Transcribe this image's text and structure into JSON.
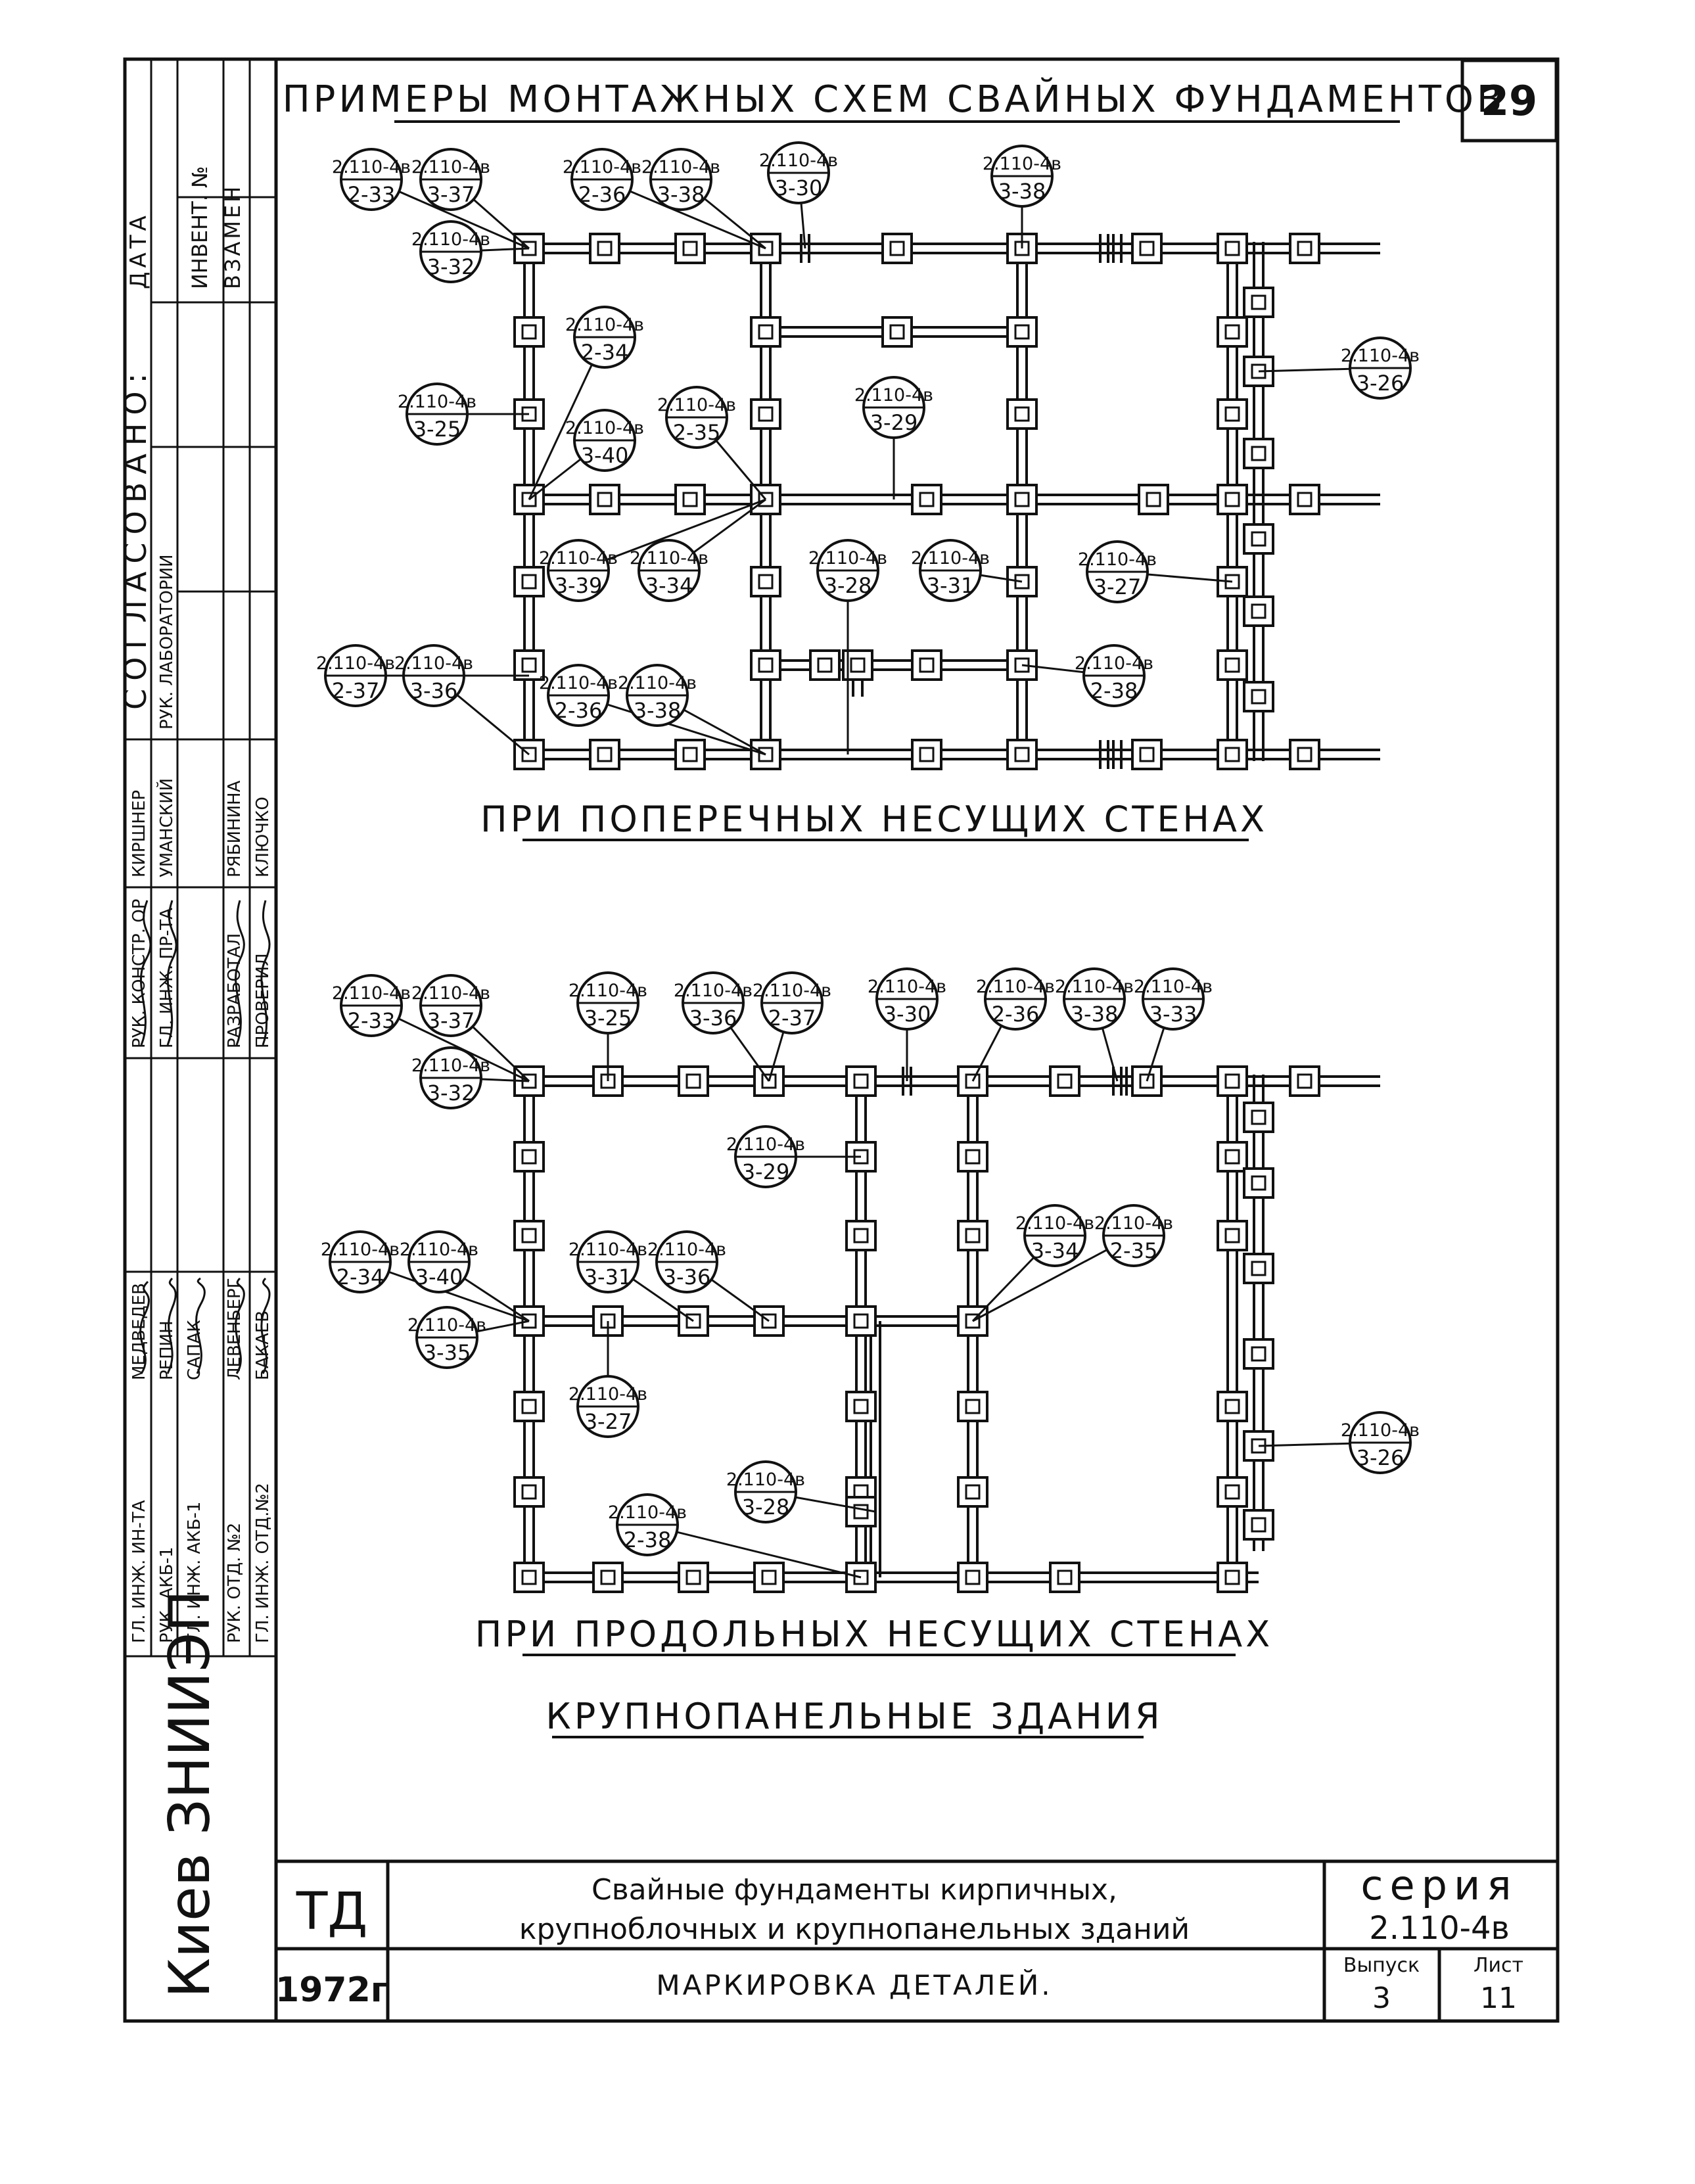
{
  "sheet_number": "29",
  "main_title": "ПРИМЕРЫ МОНТАЖНЫХ СХЕМ СВАЙНЫХ ФУНДАМЕНТОВ",
  "caption_top": "ПРИ ПОПЕРЕЧНЫХ НЕСУЩИХ СТЕНАХ",
  "caption_bottom": "ПРИ ПРОДОЛЬНЫХ НЕСУЩИХ СТЕНАХ",
  "caption_building": "КРУПНОПАНЕЛЬНЫЕ ЗДАНИЯ",
  "side_stamp": {
    "org": "Киев ЗНИИЭП",
    "col1": [
      "ГЛ. ИНЖ. ИН-ТА",
      "РУК. АКБ-1",
      "ГЛ. ИНЖ. АКБ-1",
      "РУК. ОТД. №2",
      "ГЛ. ИНЖ. ОТД.№2"
    ],
    "col2": [
      "МЕДВЕДЕВ",
      "РЕПИН",
      "САПАК",
      "ЛЕВЕНБЕРГ",
      "БАКАЕВ"
    ],
    "col3": [
      "РУК. КОНСТР. ОР",
      "ГЛ. ИНЖ. ПР-ТА",
      "РАЗРАБОТАЛ",
      "ПРОВЕРИЛ"
    ],
    "col4": [
      "КИРШНЕР",
      "УМАНСКИЙ",
      "РЯБИНИНА",
      "КЛЮЧКО"
    ],
    "lab": "РУК. ЛАБОРАТОРИИ",
    "agreed": "СОГЛАСОВАНО:",
    "date": "ДАТА",
    "inv": "ИНВЕНТ. №",
    "replace": "ВЗАМЕН"
  },
  "title_block": {
    "td": "ТД",
    "year": "1972г",
    "line1": "Свайные фундаменты кирпичных,",
    "line2": "крупноблочных и крупнопанельных зданий",
    "subject": "МАРКИРОВКА ДЕТАЛЕЙ.",
    "series_label": "серия",
    "series": "2.110-4в",
    "issue_label": "Выпуск",
    "issue": "3",
    "sheet_label": "Лист",
    "sheet": "11"
  },
  "bubbles_top": [
    {
      "s": "2.110-4в",
      "n": "2-33"
    },
    {
      "s": "2.110-4в",
      "n": "3-37"
    },
    {
      "s": "2.110-4в",
      "n": "3-32"
    },
    {
      "s": "2.110-4в",
      "n": "2-36"
    },
    {
      "s": "2.110-4в",
      "n": "3-38"
    },
    {
      "s": "2.110-4в",
      "n": "3-30"
    },
    {
      "s": "2.110-4в",
      "n": "3-38"
    },
    {
      "s": "2.110-4в",
      "n": "2-34"
    },
    {
      "s": "2.110-4в",
      "n": "3-25"
    },
    {
      "s": "2.110-4в",
      "n": "3-40"
    },
    {
      "s": "2.110-4в",
      "n": "2-35"
    },
    {
      "s": "2.110-4в",
      "n": "3-29"
    },
    {
      "s": "2.110-4в",
      "n": "3-26"
    },
    {
      "s": "2.110-4в",
      "n": "3-39"
    },
    {
      "s": "2.110-4в",
      "n": "3-34"
    },
    {
      "s": "2.110-4в",
      "n": "3-28"
    },
    {
      "s": "2.110-4в",
      "n": "3-31"
    },
    {
      "s": "2.110-4в",
      "n": "3-27"
    },
    {
      "s": "2.110-4в",
      "n": "2-37"
    },
    {
      "s": "2.110-4в",
      "n": "3-36"
    },
    {
      "s": "2.110-4в",
      "n": "2-36"
    },
    {
      "s": "2.110-4в",
      "n": "3-38"
    },
    {
      "s": "2.110-4в",
      "n": "2-38"
    }
  ],
  "bubbles_bottom": [
    {
      "s": "2.110-4в",
      "n": "2-33"
    },
    {
      "s": "2.110-4в",
      "n": "3-37"
    },
    {
      "s": "2.110-4в",
      "n": "3-32"
    },
    {
      "s": "2.110-4в",
      "n": "3-25"
    },
    {
      "s": "2.110-4в",
      "n": "3-36"
    },
    {
      "s": "2.110-4в",
      "n": "2-37"
    },
    {
      "s": "2.110-4в",
      "n": "3-30"
    },
    {
      "s": "2.110-4в",
      "n": "2-36"
    },
    {
      "s": "2.110-4в",
      "n": "3-38"
    },
    {
      "s": "2.110-4в",
      "n": "3-33"
    },
    {
      "s": "2.110-4в",
      "n": "3-29"
    },
    {
      "s": "2.110-4в",
      "n": "2-34"
    },
    {
      "s": "2.110-4в",
      "n": "3-40"
    },
    {
      "s": "2.110-4в",
      "n": "3-35"
    },
    {
      "s": "2.110-4в",
      "n": "3-31"
    },
    {
      "s": "2.110-4в",
      "n": "3-36"
    },
    {
      "s": "2.110-4в",
      "n": "3-34"
    },
    {
      "s": "2.110-4в",
      "n": "2-35"
    },
    {
      "s": "2.110-4в",
      "n": "3-27"
    },
    {
      "s": "2.110-4в",
      "n": "3-26"
    },
    {
      "s": "2.110-4в",
      "n": "2-38"
    },
    {
      "s": "2.110-4в",
      "n": "3-28"
    }
  ]
}
